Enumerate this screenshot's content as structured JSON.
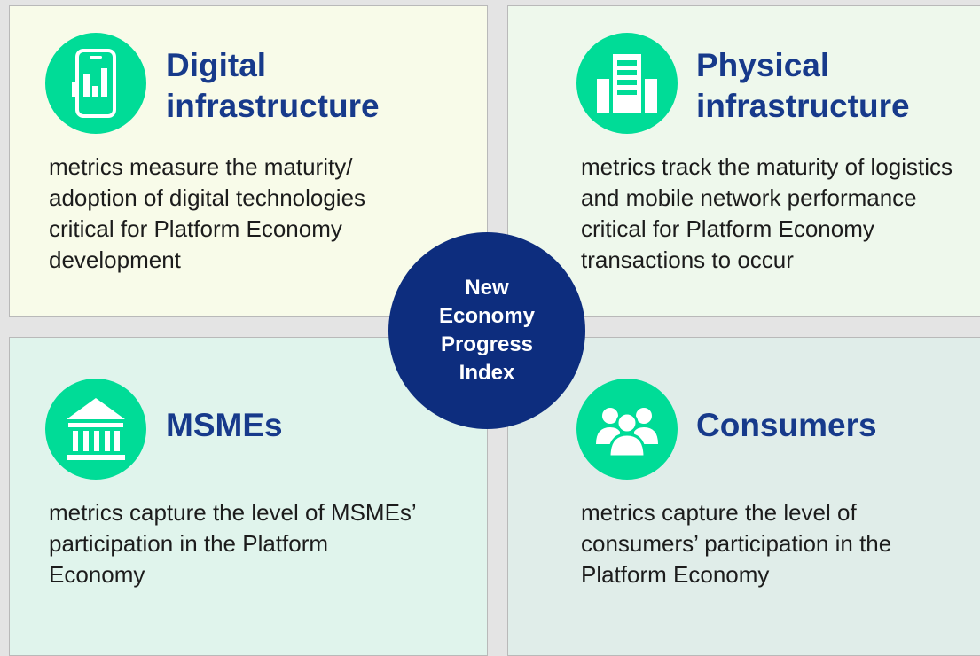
{
  "quadrants": {
    "digital": {
      "title": "Digital infrastructure",
      "description": "metrics measure the maturity/ adoption of digital technologies critical for Platform Economy development",
      "icon": "smartphone-chart-icon"
    },
    "physical": {
      "title": "Physical infrastructure",
      "description": "metrics track the maturity of logistics and mobile network performance critical for Platform Economy transactions to occur",
      "icon": "buildings-icon"
    },
    "msmes": {
      "title": "MSMEs",
      "description": "metrics capture the level of MSMEs’ participation in the Platform Economy",
      "icon": "institution-icon"
    },
    "consumers": {
      "title": "Consumers",
      "description": "metrics capture the level of consumers’ participation in the Platform Economy",
      "icon": "people-icon"
    }
  },
  "center": {
    "label": "New Economy Progress Index"
  },
  "colors": {
    "accent": "#00dc97",
    "title": "#173a8b",
    "center": "#0d2d7e"
  }
}
